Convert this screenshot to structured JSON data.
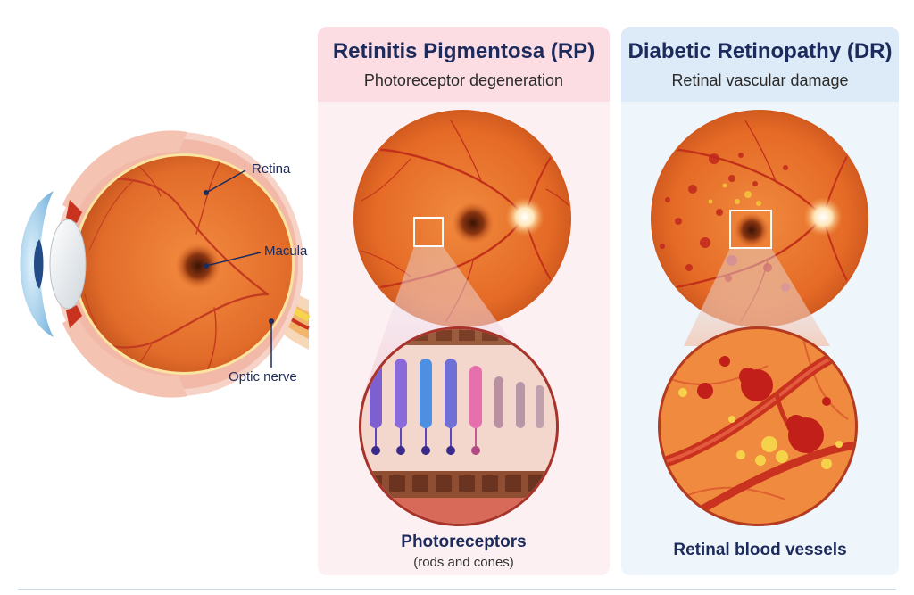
{
  "eye": {
    "labels": {
      "retina": "Retina",
      "macula": "Macula",
      "optic_nerve": "Optic nerve"
    }
  },
  "rp": {
    "title": "Retinitis Pigmentosa (RP)",
    "subtitle": "Photoreceptor degeneration",
    "bottom_title": "Photoreceptors",
    "bottom_subtitle": "(rods and cones)"
  },
  "dr": {
    "title": "Diabetic Retinopathy (DR)",
    "subtitle": "Retinal vascular damage",
    "bottom_title": "Retinal blood vessels"
  },
  "colors": {
    "rp_header": "#fbdde3",
    "dr_header": "#dcebf7",
    "title_text": "#1d2b5c",
    "fundus": "#e7722e",
    "vessel": "#c8321e"
  },
  "icons": [
    "eye-cross-section",
    "fundus-rp",
    "fundus-dr",
    "photoreceptor-magnifier",
    "vessel-magnifier"
  ]
}
